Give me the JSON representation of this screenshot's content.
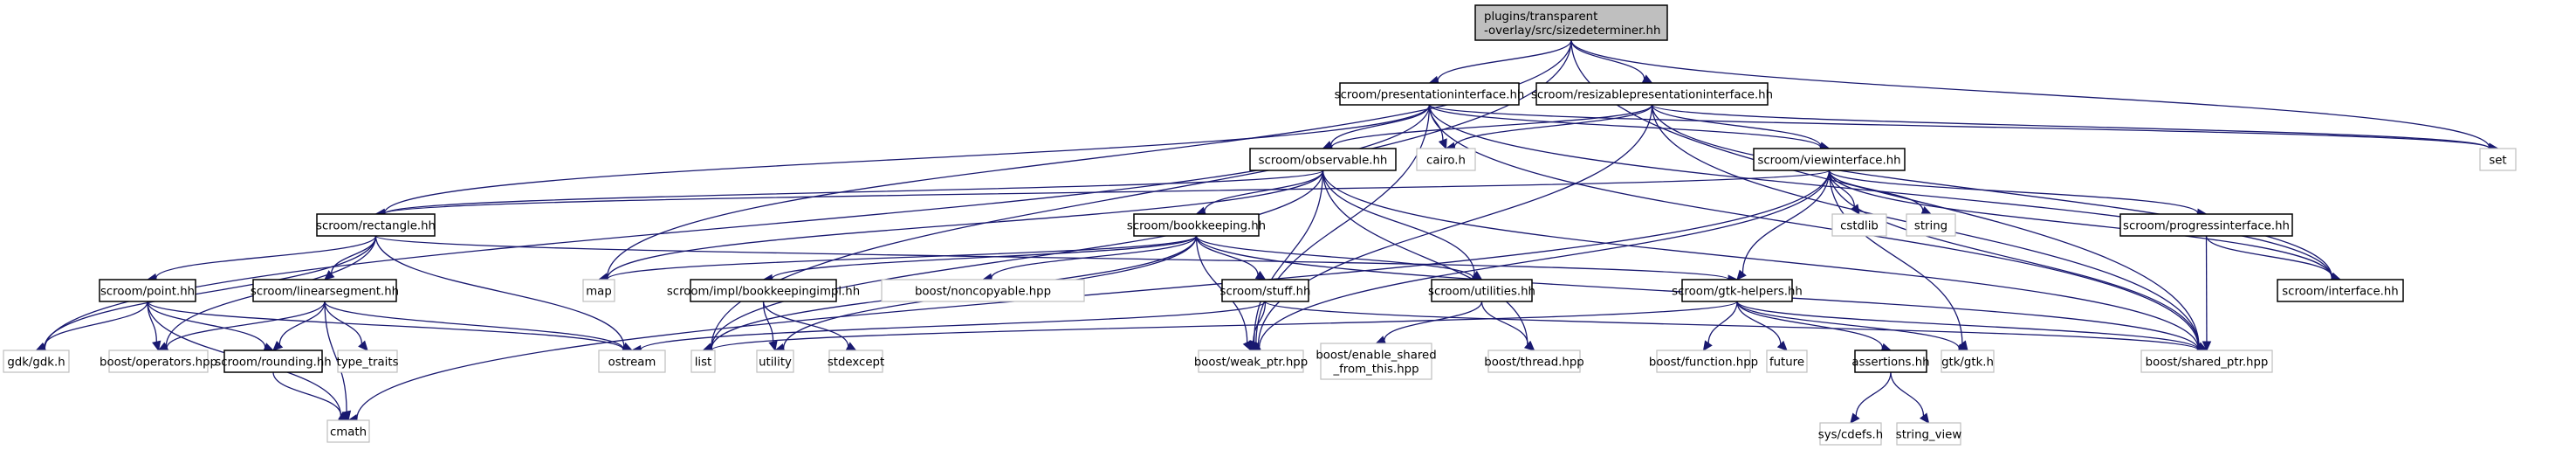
{
  "diagram": {
    "title": "Include dependency graph for plugins/transparent-overlay/src/sizedeterminer.hh",
    "colors": {
      "edge": "#191970",
      "root_fill": "#bfbfbf",
      "local_border": "#000000",
      "system_border": "#bfbfbf"
    },
    "nodes": [
      {
        "id": "root",
        "kind": "root",
        "lines": [
          "plugins/transparent",
          "-overlay/src/sizedeterminer.hh"
        ]
      },
      {
        "id": "presentationinterface",
        "kind": "local",
        "lines": [
          "scroom/presentationinterface.hh"
        ]
      },
      {
        "id": "resizablepresentationinterface",
        "kind": "local",
        "lines": [
          "scroom/resizablepresentationinterface.hh"
        ]
      },
      {
        "id": "set",
        "kind": "system",
        "lines": [
          "set"
        ]
      },
      {
        "id": "observable",
        "kind": "local",
        "lines": [
          "scroom/observable.hh"
        ]
      },
      {
        "id": "cairo",
        "kind": "system",
        "lines": [
          "cairo.h"
        ]
      },
      {
        "id": "viewinterface",
        "kind": "local",
        "lines": [
          "scroom/viewinterface.hh"
        ]
      },
      {
        "id": "rectangle",
        "kind": "local",
        "lines": [
          "scroom/rectangle.hh"
        ]
      },
      {
        "id": "bookkeeping",
        "kind": "local",
        "lines": [
          "scroom/bookkeeping.hh"
        ]
      },
      {
        "id": "cstdlib",
        "kind": "system",
        "lines": [
          "cstdlib"
        ]
      },
      {
        "id": "string",
        "kind": "system",
        "lines": [
          "string"
        ]
      },
      {
        "id": "progressinterface",
        "kind": "local",
        "lines": [
          "scroom/progressinterface.hh"
        ]
      },
      {
        "id": "point",
        "kind": "local",
        "lines": [
          "scroom/point.hh"
        ]
      },
      {
        "id": "linearsegment",
        "kind": "local",
        "lines": [
          "scroom/linearsegment.hh"
        ]
      },
      {
        "id": "map",
        "kind": "system",
        "lines": [
          "map"
        ]
      },
      {
        "id": "bookkeepingimpl",
        "kind": "local",
        "lines": [
          "scroom/impl/bookkeepingimpl.hh"
        ]
      },
      {
        "id": "noncopyable",
        "kind": "system",
        "lines": [
          "boost/noncopyable.hpp"
        ]
      },
      {
        "id": "stuff",
        "kind": "local",
        "lines": [
          "scroom/stuff.hh"
        ]
      },
      {
        "id": "utilities",
        "kind": "local",
        "lines": [
          "scroom/utilities.hh"
        ]
      },
      {
        "id": "gtkhelpers",
        "kind": "local",
        "lines": [
          "scroom/gtk-helpers.hh"
        ]
      },
      {
        "id": "interface",
        "kind": "local",
        "lines": [
          "scroom/interface.hh"
        ]
      },
      {
        "id": "gdk",
        "kind": "system",
        "lines": [
          "gdk/gdk.h"
        ]
      },
      {
        "id": "operators",
        "kind": "system",
        "lines": [
          "boost/operators.hpp"
        ]
      },
      {
        "id": "rounding",
        "kind": "local",
        "lines": [
          "scroom/rounding.hh"
        ]
      },
      {
        "id": "type_traits",
        "kind": "system",
        "lines": [
          "type_traits"
        ]
      },
      {
        "id": "ostream",
        "kind": "system",
        "lines": [
          "ostream"
        ]
      },
      {
        "id": "list",
        "kind": "system",
        "lines": [
          "list"
        ]
      },
      {
        "id": "utility",
        "kind": "system",
        "lines": [
          "utility"
        ]
      },
      {
        "id": "stdexcept",
        "kind": "system",
        "lines": [
          "stdexcept"
        ]
      },
      {
        "id": "weak_ptr",
        "kind": "system",
        "lines": [
          "boost/weak_ptr.hpp"
        ]
      },
      {
        "id": "enable_shared",
        "kind": "system",
        "lines": [
          "boost/enable_shared",
          "_from_this.hpp"
        ]
      },
      {
        "id": "thread",
        "kind": "system",
        "lines": [
          "boost/thread.hpp"
        ]
      },
      {
        "id": "function",
        "kind": "system",
        "lines": [
          "boost/function.hpp"
        ]
      },
      {
        "id": "future",
        "kind": "system",
        "lines": [
          "future"
        ]
      },
      {
        "id": "assertions",
        "kind": "local",
        "lines": [
          "assertions.hh"
        ]
      },
      {
        "id": "gtk",
        "kind": "system",
        "lines": [
          "gtk/gtk.h"
        ]
      },
      {
        "id": "shared_ptr",
        "kind": "system",
        "lines": [
          "boost/shared_ptr.hpp"
        ]
      },
      {
        "id": "cmath",
        "kind": "system",
        "lines": [
          "cmath"
        ]
      },
      {
        "id": "cdefs",
        "kind": "system",
        "lines": [
          "sys/cdefs.h"
        ]
      },
      {
        "id": "string_view",
        "kind": "system",
        "lines": [
          "string_view"
        ]
      }
    ],
    "edges": [
      [
        "root",
        "presentationinterface"
      ],
      [
        "root",
        "resizablepresentationinterface"
      ],
      [
        "root",
        "set"
      ],
      [
        "root",
        "map"
      ],
      [
        "root",
        "list"
      ],
      [
        "root",
        "shared_ptr"
      ],
      [
        "presentationinterface",
        "observable"
      ],
      [
        "presentationinterface",
        "cairo"
      ],
      [
        "presentationinterface",
        "viewinterface"
      ],
      [
        "presentationinterface",
        "rectangle"
      ],
      [
        "presentationinterface",
        "gdk"
      ],
      [
        "presentationinterface",
        "set"
      ],
      [
        "presentationinterface",
        "interface"
      ],
      [
        "presentationinterface",
        "weak_ptr"
      ],
      [
        "presentationinterface",
        "shared_ptr"
      ],
      [
        "resizablepresentationinterface",
        "observable"
      ],
      [
        "resizablepresentationinterface",
        "cairo"
      ],
      [
        "resizablepresentationinterface",
        "viewinterface"
      ],
      [
        "resizablepresentationinterface",
        "set"
      ],
      [
        "resizablepresentationinterface",
        "interface"
      ],
      [
        "resizablepresentationinterface",
        "weak_ptr"
      ],
      [
        "resizablepresentationinterface",
        "shared_ptr"
      ],
      [
        "observable",
        "bookkeeping"
      ],
      [
        "observable",
        "map"
      ],
      [
        "observable",
        "list"
      ],
      [
        "observable",
        "utilities"
      ],
      [
        "observable",
        "weak_ptr"
      ],
      [
        "observable",
        "thread"
      ],
      [
        "observable",
        "shared_ptr"
      ],
      [
        "observable",
        "rectangle"
      ],
      [
        "viewinterface",
        "rectangle"
      ],
      [
        "viewinterface",
        "cstdlib"
      ],
      [
        "viewinterface",
        "string"
      ],
      [
        "viewinterface",
        "progressinterface"
      ],
      [
        "viewinterface",
        "gtkhelpers"
      ],
      [
        "viewinterface",
        "interface"
      ],
      [
        "viewinterface",
        "gtk"
      ],
      [
        "viewinterface",
        "shared_ptr"
      ],
      [
        "viewinterface",
        "weak_ptr"
      ],
      [
        "viewinterface",
        "cmath"
      ],
      [
        "rectangle",
        "point"
      ],
      [
        "rectangle",
        "linearsegment"
      ],
      [
        "rectangle",
        "operators"
      ],
      [
        "rectangle",
        "gdk"
      ],
      [
        "rectangle",
        "ostream"
      ],
      [
        "rectangle",
        "gtkhelpers"
      ],
      [
        "bookkeeping",
        "map"
      ],
      [
        "bookkeeping",
        "bookkeepingimpl"
      ],
      [
        "bookkeeping",
        "noncopyable"
      ],
      [
        "bookkeeping",
        "stuff"
      ],
      [
        "bookkeeping",
        "utilities"
      ],
      [
        "bookkeeping",
        "weak_ptr"
      ],
      [
        "bookkeeping",
        "list"
      ],
      [
        "bookkeeping",
        "utility"
      ],
      [
        "bookkeeping",
        "shared_ptr"
      ],
      [
        "progressinterface",
        "interface"
      ],
      [
        "progressinterface",
        "shared_ptr"
      ],
      [
        "point",
        "gdk"
      ],
      [
        "point",
        "operators"
      ],
      [
        "point",
        "rounding"
      ],
      [
        "point",
        "ostream"
      ],
      [
        "point",
        "cmath"
      ],
      [
        "linearsegment",
        "operators"
      ],
      [
        "linearsegment",
        "rounding"
      ],
      [
        "linearsegment",
        "type_traits"
      ],
      [
        "linearsegment",
        "ostream"
      ],
      [
        "linearsegment",
        "cmath"
      ],
      [
        "rounding",
        "cmath"
      ],
      [
        "bookkeepingimpl",
        "utility"
      ],
      [
        "bookkeepingimpl",
        "stdexcept"
      ],
      [
        "stuff",
        "weak_ptr"
      ],
      [
        "stuff",
        "ostream"
      ],
      [
        "stuff",
        "shared_ptr"
      ],
      [
        "utilities",
        "enable_shared"
      ],
      [
        "utilities",
        "thread"
      ],
      [
        "gtkhelpers",
        "function"
      ],
      [
        "gtkhelpers",
        "future"
      ],
      [
        "gtkhelpers",
        "assertions"
      ],
      [
        "gtkhelpers",
        "gtk"
      ],
      [
        "gtkhelpers",
        "shared_ptr"
      ],
      [
        "gtkhelpers",
        "list"
      ],
      [
        "assertions",
        "cdefs"
      ],
      [
        "assertions",
        "string_view"
      ]
    ]
  }
}
